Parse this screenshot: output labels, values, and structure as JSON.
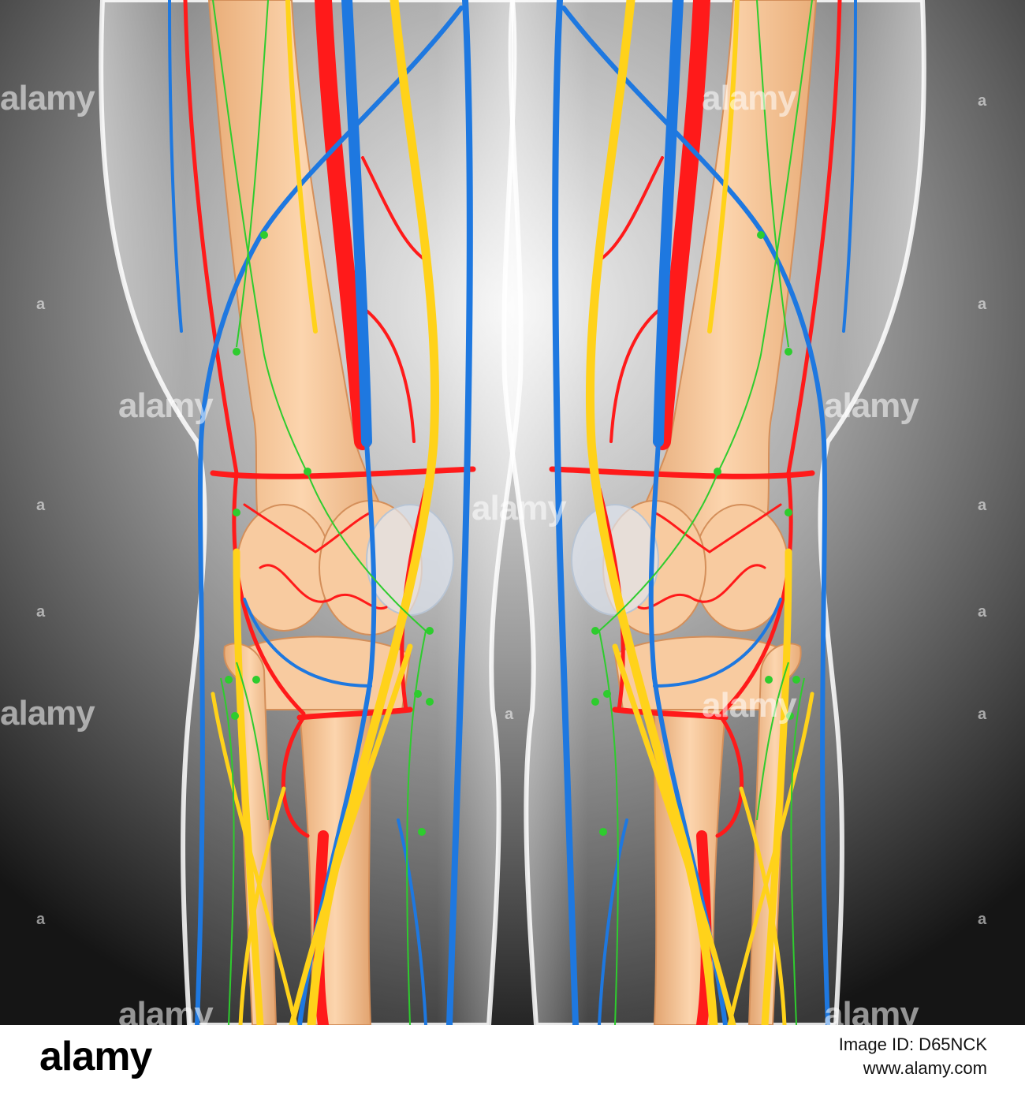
{
  "watermark": {
    "text": "alamy",
    "letter": "a"
  },
  "footer": {
    "logo": "alamy",
    "image_id": "Image ID: D65NCK",
    "url": "www.alamy.com"
  },
  "colors": {
    "background_light": "#d8d8d8",
    "background_dark": "#151515",
    "bone": "#f7c79a",
    "artery": "#ff1a1a",
    "vein": "#1e78e0",
    "nerve": "#ffd21a",
    "lymph": "#2ecc2e"
  }
}
